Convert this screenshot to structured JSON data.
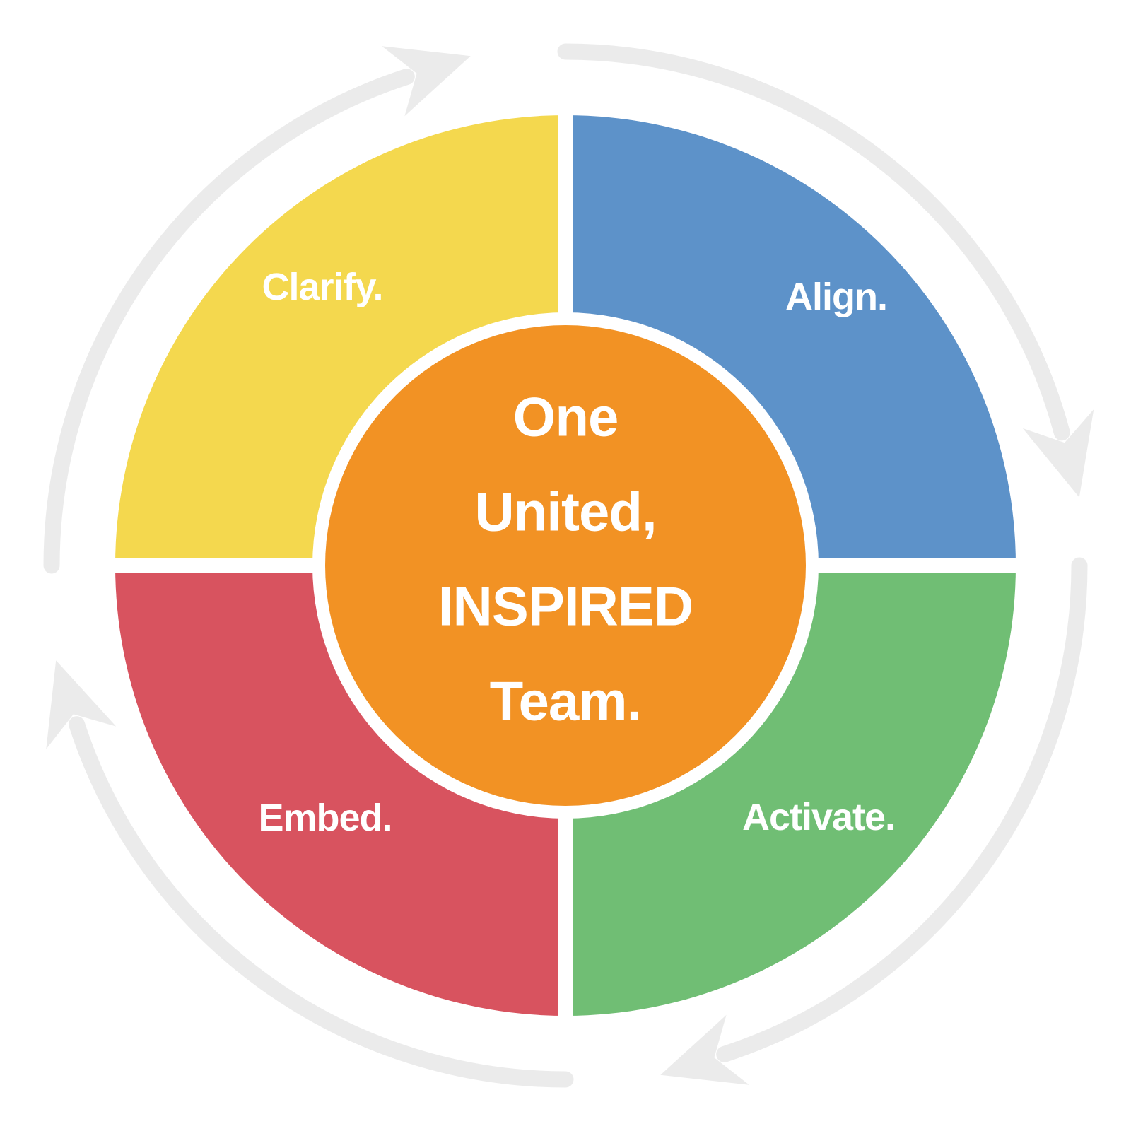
{
  "diagram": {
    "background_color": "#FFFFFF",
    "divider_color": "#FFFFFF",
    "center": {
      "lines": [
        "One",
        "United,",
        "INSPIRED",
        "Team."
      ],
      "full_text": "One United, INSPIRED Team.",
      "color": "#F29224",
      "text_color": "#FFFFFF"
    },
    "quadrants": [
      {
        "label": "Clarify.",
        "color": "#F4D84E",
        "position": "top-left"
      },
      {
        "label": "Align.",
        "color": "#5D92C9",
        "position": "top-right"
      },
      {
        "label": "Activate.",
        "color": "#70BE74",
        "position": "bottom-right"
      },
      {
        "label": "Embed.",
        "color": "#D8535F",
        "position": "bottom-left"
      }
    ],
    "cycle_arrows": {
      "color": "#EBEBEB",
      "direction": "clockwise",
      "count": 4
    }
  }
}
